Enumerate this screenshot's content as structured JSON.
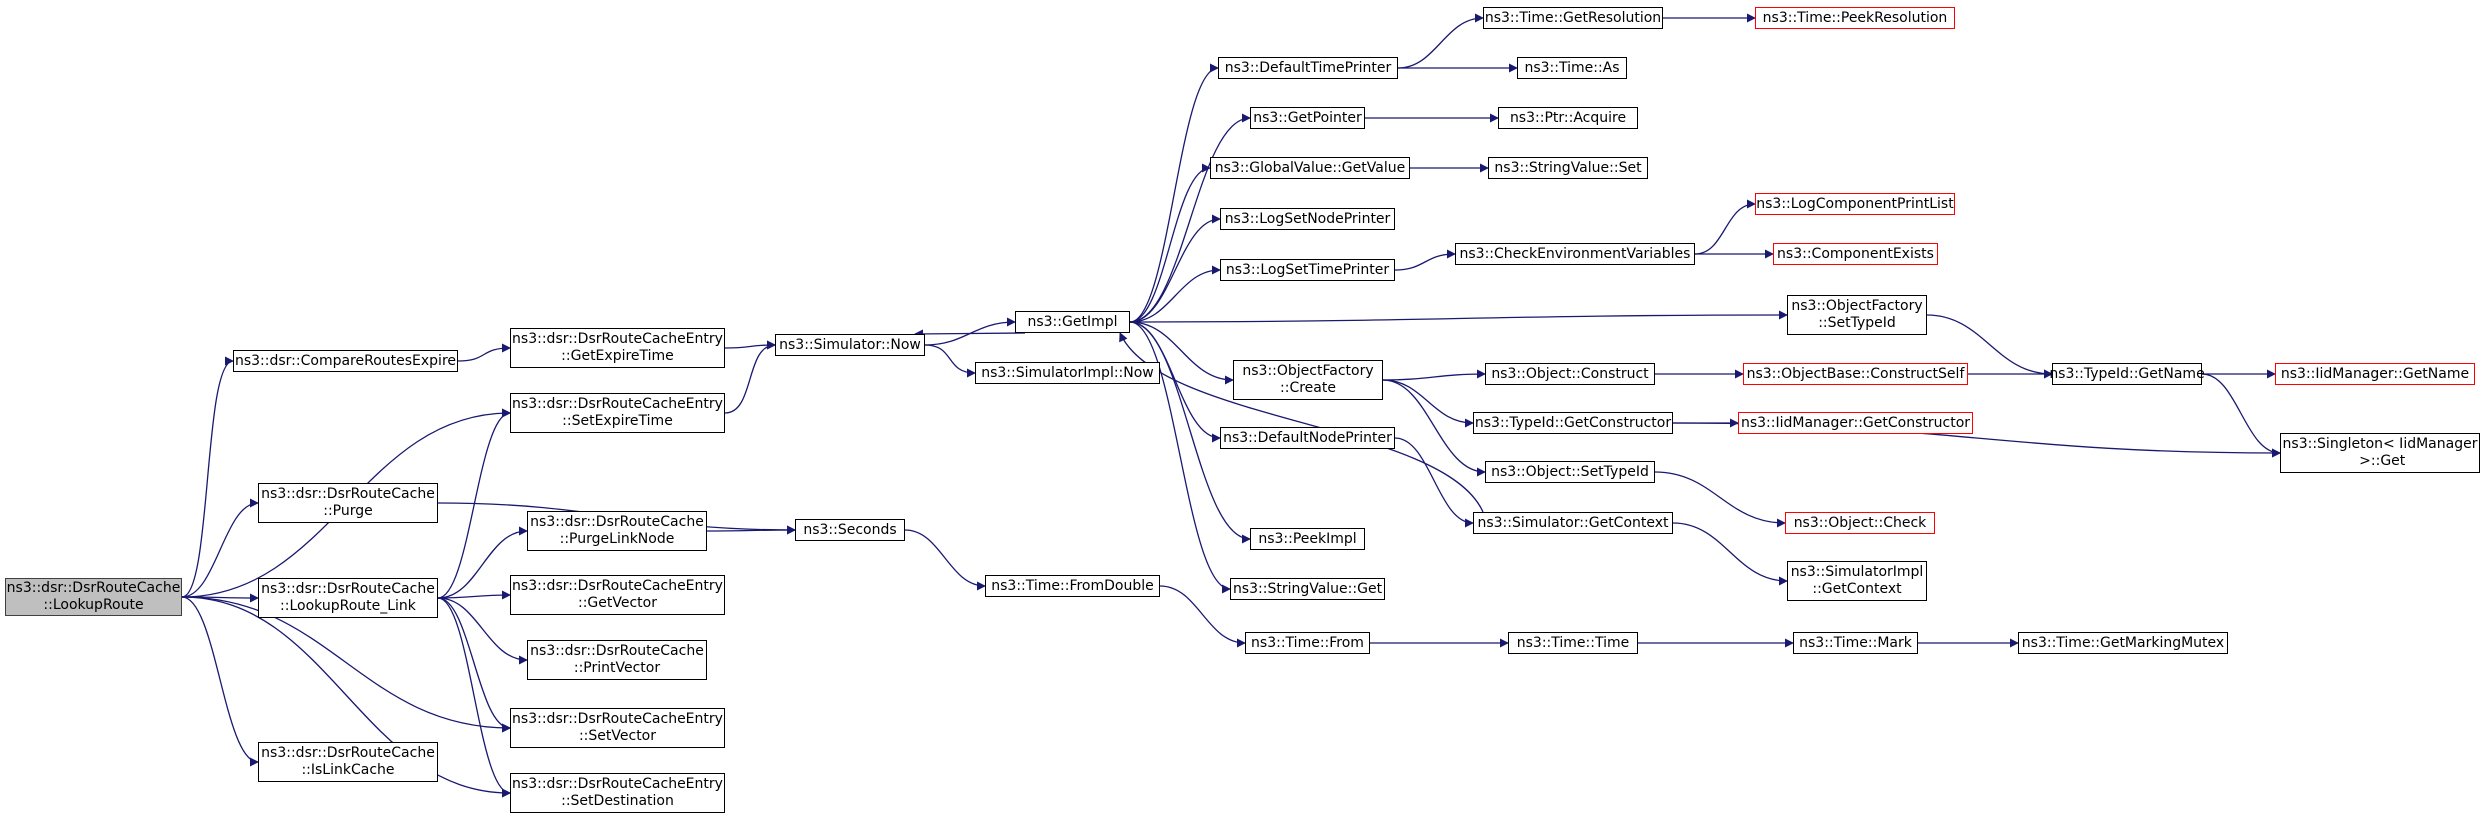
{
  "graph": {
    "root": "ns3::dsr::DsrRouteCache\n::LookupRoute",
    "colors": {
      "edge": "#191970",
      "node_border": "#000000",
      "truncated_border": "#ff0000",
      "root_fill": "#bfbfbf"
    },
    "nodes": [
      {
        "id": "root",
        "label": "ns3::dsr::DsrRouteCache\n::LookupRoute",
        "kind": "root"
      },
      {
        "id": "compare",
        "label": "ns3::dsr::CompareRoutesExpire",
        "kind": "normal"
      },
      {
        "id": "purge",
        "label": "ns3::dsr::DsrRouteCache\n::Purge",
        "kind": "normal"
      },
      {
        "id": "lrlink",
        "label": "ns3::dsr::DsrRouteCache\n::LookupRoute_Link",
        "kind": "normal"
      },
      {
        "id": "islink",
        "label": "ns3::dsr::DsrRouteCache\n::IsLinkCache",
        "kind": "normal"
      },
      {
        "id": "getexp",
        "label": "ns3::dsr::DsrRouteCacheEntry\n::GetExpireTime",
        "kind": "normal"
      },
      {
        "id": "setexp",
        "label": "ns3::dsr::DsrRouteCacheEntry\n::SetExpireTime",
        "kind": "normal"
      },
      {
        "id": "purgelink",
        "label": "ns3::dsr::DsrRouteCache\n::PurgeLinkNode",
        "kind": "normal"
      },
      {
        "id": "getvec",
        "label": "ns3::dsr::DsrRouteCacheEntry\n::GetVector",
        "kind": "normal"
      },
      {
        "id": "printvec",
        "label": "ns3::dsr::DsrRouteCache\n::PrintVector",
        "kind": "normal"
      },
      {
        "id": "setvec",
        "label": "ns3::dsr::DsrRouteCacheEntry\n::SetVector",
        "kind": "normal"
      },
      {
        "id": "setdest",
        "label": "ns3::dsr::DsrRouteCacheEntry\n::SetDestination",
        "kind": "normal"
      },
      {
        "id": "simnow",
        "label": "ns3::Simulator::Now",
        "kind": "normal"
      },
      {
        "id": "seconds",
        "label": "ns3::Seconds",
        "kind": "normal"
      },
      {
        "id": "getimpl",
        "label": "ns3::GetImpl",
        "kind": "normal"
      },
      {
        "id": "simimplnow",
        "label": "ns3::SimulatorImpl::Now",
        "kind": "normal"
      },
      {
        "id": "fromdouble",
        "label": "ns3::Time::FromDouble",
        "kind": "normal"
      },
      {
        "id": "deftp",
        "label": "ns3::DefaultTimePrinter",
        "kind": "normal"
      },
      {
        "id": "getptr",
        "label": "ns3::GetPointer",
        "kind": "normal"
      },
      {
        "id": "gvget",
        "label": "ns3::GlobalValue::GetValue",
        "kind": "normal"
      },
      {
        "id": "lsnp",
        "label": "ns3::LogSetNodePrinter",
        "kind": "normal"
      },
      {
        "id": "lstp",
        "label": "ns3::LogSetTimePrinter",
        "kind": "normal"
      },
      {
        "id": "ofcreate",
        "label": "ns3::ObjectFactory\n::Create",
        "kind": "normal"
      },
      {
        "id": "defnp",
        "label": "ns3::DefaultNodePrinter",
        "kind": "normal"
      },
      {
        "id": "peekimpl",
        "label": "ns3::PeekImpl",
        "kind": "normal"
      },
      {
        "id": "svget",
        "label": "ns3::StringValue::Get",
        "kind": "normal"
      },
      {
        "id": "timefrom",
        "label": "ns3::Time::From",
        "kind": "normal"
      },
      {
        "id": "getres",
        "label": "ns3::Time::GetResolution",
        "kind": "normal"
      },
      {
        "id": "timeas",
        "label": "ns3::Time::As",
        "kind": "normal"
      },
      {
        "id": "ptracq",
        "label": "ns3::Ptr::Acquire",
        "kind": "normal"
      },
      {
        "id": "svset",
        "label": "ns3::StringValue::Set",
        "kind": "normal"
      },
      {
        "id": "checkenv",
        "label": "ns3::CheckEnvironmentVariables",
        "kind": "normal"
      },
      {
        "id": "ofsettid",
        "label": "ns3::ObjectFactory\n::SetTypeId",
        "kind": "normal"
      },
      {
        "id": "objcons",
        "label": "ns3::Object::Construct",
        "kind": "normal"
      },
      {
        "id": "tidgetcons",
        "label": "ns3::TypeId::GetConstructor",
        "kind": "normal"
      },
      {
        "id": "objsettid",
        "label": "ns3::Object::SetTypeId",
        "kind": "normal"
      },
      {
        "id": "simgetctx",
        "label": "ns3::Simulator::GetContext",
        "kind": "normal"
      },
      {
        "id": "timetime",
        "label": "ns3::Time::Time",
        "kind": "normal"
      },
      {
        "id": "peekres",
        "label": "ns3::Time::PeekResolution",
        "kind": "truncated"
      },
      {
        "id": "logcpl",
        "label": "ns3::LogComponentPrintList",
        "kind": "truncated"
      },
      {
        "id": "compexists",
        "label": "ns3::ComponentExists",
        "kind": "truncated"
      },
      {
        "id": "obconsself",
        "label": "ns3::ObjectBase::ConstructSelf",
        "kind": "truncated"
      },
      {
        "id": "iidgetcons",
        "label": "ns3::IidManager::GetConstructor",
        "kind": "truncated"
      },
      {
        "id": "objcheck",
        "label": "ns3::Object::Check",
        "kind": "truncated"
      },
      {
        "id": "simimplctx",
        "label": "ns3::SimulatorImpl\n::GetContext",
        "kind": "normal"
      },
      {
        "id": "timemark",
        "label": "ns3::Time::Mark",
        "kind": "normal"
      },
      {
        "id": "tidgetname",
        "label": "ns3::TypeId::GetName",
        "kind": "normal"
      },
      {
        "id": "iidgetname",
        "label": "ns3::IidManager::GetName",
        "kind": "truncated"
      },
      {
        "id": "singleton",
        "label": "ns3::Singleton< IidManager\n >::Get",
        "kind": "normal"
      },
      {
        "id": "getmutex",
        "label": "ns3::Time::GetMarkingMutex",
        "kind": "normal"
      }
    ],
    "edges": [
      [
        "root",
        "compare"
      ],
      [
        "root",
        "purge"
      ],
      [
        "root",
        "lrlink"
      ],
      [
        "root",
        "islink"
      ],
      [
        "root",
        "setexp"
      ],
      [
        "root",
        "setvec"
      ],
      [
        "root",
        "setdest"
      ],
      [
        "compare",
        "getexp"
      ],
      [
        "getexp",
        "simnow"
      ],
      [
        "setexp",
        "simnow"
      ],
      [
        "purge",
        "seconds"
      ],
      [
        "lrlink",
        "setexp"
      ],
      [
        "lrlink",
        "purgelink"
      ],
      [
        "lrlink",
        "getvec"
      ],
      [
        "lrlink",
        "printvec"
      ],
      [
        "lrlink",
        "setvec"
      ],
      [
        "lrlink",
        "setdest"
      ],
      [
        "purgelink",
        "seconds"
      ],
      [
        "simnow",
        "getimpl"
      ],
      [
        "simnow",
        "simimplnow"
      ],
      [
        "seconds",
        "fromdouble"
      ],
      [
        "fromdouble",
        "timefrom"
      ],
      [
        "getimpl",
        "simnow"
      ],
      [
        "getimpl",
        "deftp"
      ],
      [
        "getimpl",
        "getptr"
      ],
      [
        "getimpl",
        "gvget"
      ],
      [
        "getimpl",
        "lsnp"
      ],
      [
        "getimpl",
        "lstp"
      ],
      [
        "getimpl",
        "ofsettid"
      ],
      [
        "getimpl",
        "ofcreate"
      ],
      [
        "getimpl",
        "defnp"
      ],
      [
        "getimpl",
        "peekimpl"
      ],
      [
        "getimpl",
        "svget"
      ],
      [
        "deftp",
        "getres"
      ],
      [
        "deftp",
        "timeas"
      ],
      [
        "getres",
        "peekres"
      ],
      [
        "getptr",
        "ptracq"
      ],
      [
        "gvget",
        "svset"
      ],
      [
        "lstp",
        "checkenv"
      ],
      [
        "checkenv",
        "logcpl"
      ],
      [
        "checkenv",
        "compexists"
      ],
      [
        "ofsettid",
        "tidgetname"
      ],
      [
        "ofcreate",
        "objcons"
      ],
      [
        "ofcreate",
        "tidgetcons"
      ],
      [
        "ofcreate",
        "objsettid"
      ],
      [
        "objcons",
        "obconsself"
      ],
      [
        "obconsself",
        "tidgetname"
      ],
      [
        "tidgetcons",
        "iidgetcons"
      ],
      [
        "tidgetcons",
        "singleton"
      ],
      [
        "objsettid",
        "objcheck"
      ],
      [
        "defnp",
        "simgetctx"
      ],
      [
        "simgetctx",
        "getimpl"
      ],
      [
        "simgetctx",
        "simimplctx"
      ],
      [
        "timefrom",
        "timetime"
      ],
      [
        "timetime",
        "timemark"
      ],
      [
        "timemark",
        "getmutex"
      ],
      [
        "tidgetname",
        "iidgetname"
      ],
      [
        "tidgetname",
        "singleton"
      ]
    ]
  }
}
